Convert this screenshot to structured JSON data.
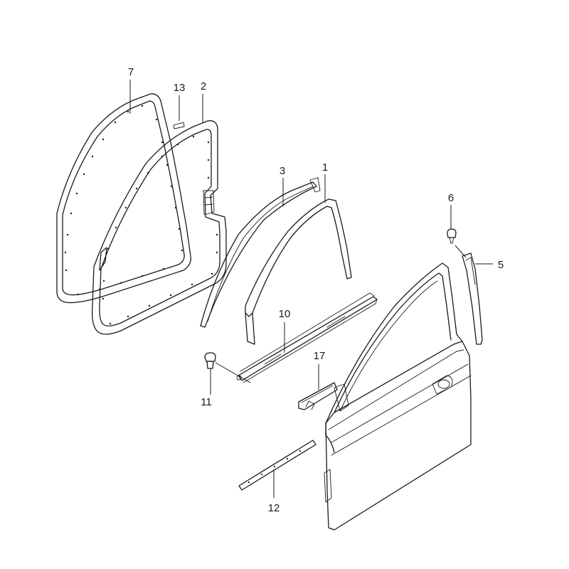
{
  "diagram": {
    "callouts": [
      {
        "id": "1",
        "label": "1"
      },
      {
        "id": "2",
        "label": "2"
      },
      {
        "id": "3",
        "label": "3"
      },
      {
        "id": "5",
        "label": "5"
      },
      {
        "id": "6",
        "label": "6"
      },
      {
        "id": "7",
        "label": "7"
      },
      {
        "id": "10",
        "label": "10"
      },
      {
        "id": "11",
        "label": "11"
      },
      {
        "id": "12",
        "label": "12"
      },
      {
        "id": "13",
        "label": "13"
      },
      {
        "id": "17",
        "label": "17"
      }
    ]
  }
}
